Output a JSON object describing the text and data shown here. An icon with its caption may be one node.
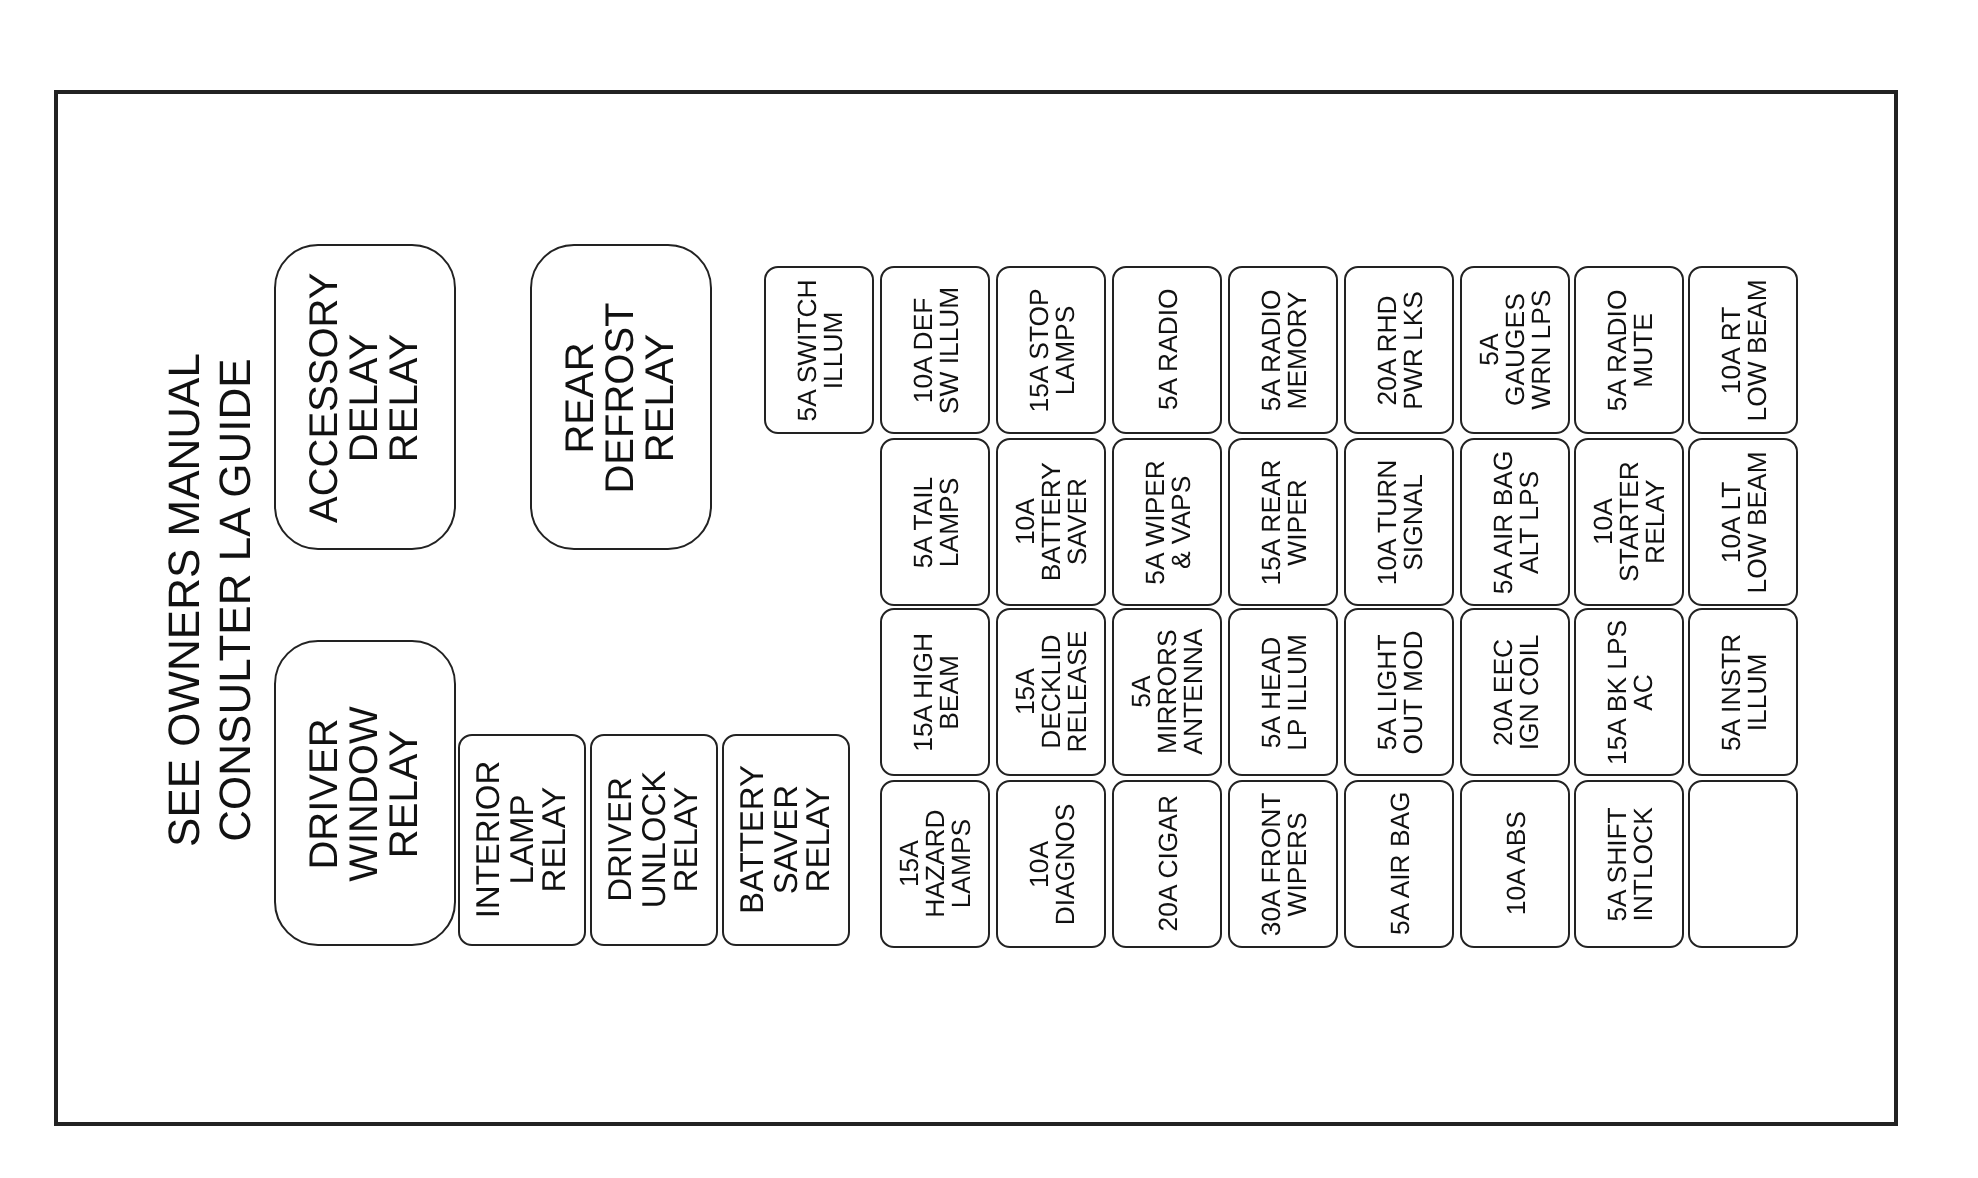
{
  "diagram": {
    "nodes": [
      {
        "text": [
          "ACCESSORY DELAY RELAY"
        ]
      },
      {
        "text": [
          "REAR DEFROST RELAY"
        ]
      },
      {
        "text": [
          "DRIVER WINDOW RELAY"
        ]
      },
      {
        "text": [
          "INTERIOR LAMP RELAY"
        ]
      },
      {
        "text": [
          "DRIVER UNLOCK RELAY"
        ]
      },
      {
        "text": [
          "BATTERY SAVER RELAY"
        ]
      },
      {
        "text": [
          "5A SWITCH ILLUM"
        ]
      },
      {
        "text": [
          "10A DEF SW ILLUM"
        ]
      },
      {
        "text": [
          "15A STOP LAMPS"
        ]
      },
      {
        "text": [
          "5A RADIO"
        ]
      },
      {
        "text": [
          "5A RADIO MEMORY"
        ]
      },
      {
        "text": [
          "20A RHD PWR LKS"
        ]
      },
      {
        "text": [
          "5A GAUGES WRN LPS"
        ]
      },
      {
        "text": [
          "5A RADIO MUTE"
        ]
      },
      {
        "text": [
          "10A RT LOW BEAM"
        ]
      },
      {
        "text": [
          "5A TAIL LAMPS"
        ]
      },
      {
        "text": [
          "10A BATTERY SAVER"
        ]
      },
      {
        "text": [
          "5A WIPER & VAPS"
        ]
      },
      {
        "text": [
          "15A REAR WIPER"
        ]
      },
      {
        "text": [
          "10A TURN SIGNAL"
        ]
      },
      {
        "text": [
          "5A AIR BAG ALT LPS"
        ]
      },
      {
        "text": [
          "10A STARTER RELAY"
        ]
      },
      {
        "text": [
          "10A LT LOW BEAM"
        ]
      },
      {
        "text": [
          "15A HIGH BEAM"
        ]
      },
      {
        "text": [
          "15A DECKLID RELEASE"
        ]
      },
      {
        "text": [
          "5A MIRRORS ANTENNA"
        ]
      },
      {
        "text": [
          "5A HEAD LP ILLUM"
        ]
      },
      {
        "text": [
          "5A LIGHT OUT MOD"
        ]
      },
      {
        "text": [
          "20A EEC IGN COIL"
        ]
      },
      {
        "text": [
          "15A BK LPS AC"
        ]
      },
      {
        "text": [
          "5A INSTR ILLUM"
        ]
      },
      {
        "text": [
          "15A HAZARD LAMPS"
        ]
      },
      {
        "text": [
          "10A DIAGNOS"
        ]
      },
      {
        "text": [
          "20A CIGAR"
        ]
      },
      {
        "text": [
          "30A FRONT WIPERS"
        ]
      },
      {
        "text": [
          "5A AIR BAG"
        ]
      },
      {
        "text": [
          "10A ABS"
        ]
      },
      {
        "text": [
          "5A SHIFT INTLOCK"
        ]
      },
      {
        "text": [],
        "shape": "box"
      }
    ],
    "labels": [
      "SEE OWNERS MANUAL",
      "CONSULTER LA GUIDE"
    ]
  }
}
